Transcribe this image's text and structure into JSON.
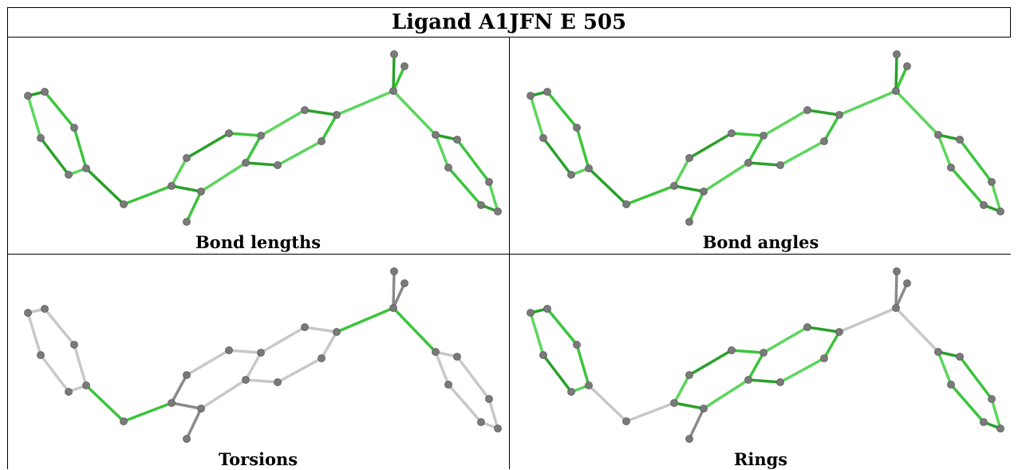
{
  "title": "Ligand A1JFN E 505",
  "panels": [
    {
      "caption": "Bond lengths"
    },
    {
      "caption": "Bond angles"
    },
    {
      "caption": "Torsions"
    },
    {
      "caption": "Rings"
    }
  ],
  "colors": {
    "green_dark": "#2aa02a",
    "green_mid": "#3cc43c",
    "green_light": "#5cd65c",
    "gray_bond": "#c8c8c8",
    "gray_bond_dark": "#8a8a8a",
    "atom": "#7a7a7a"
  }
}
